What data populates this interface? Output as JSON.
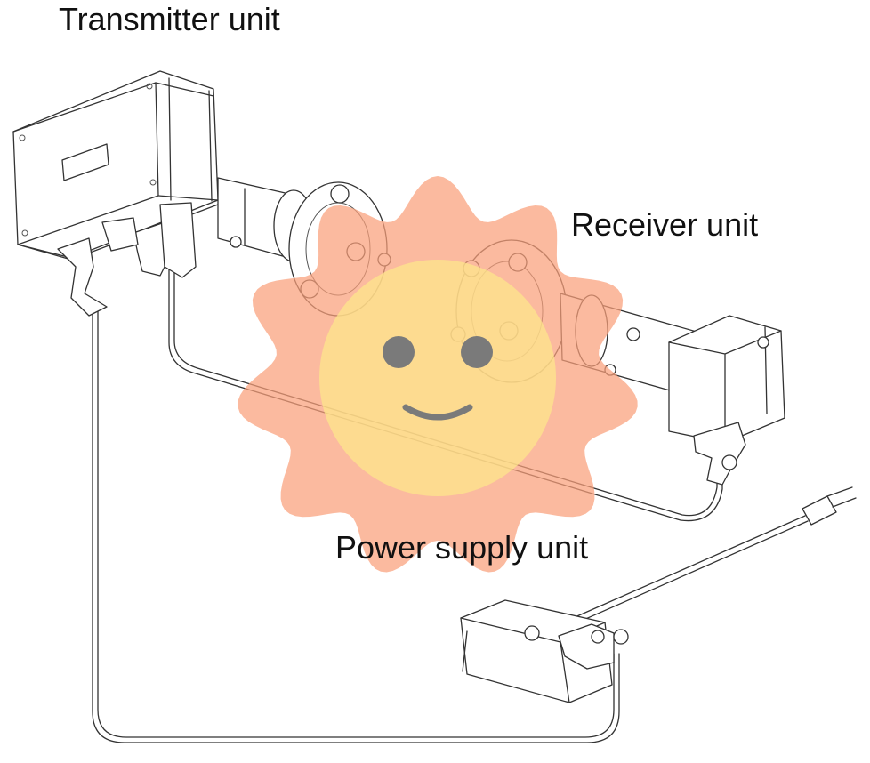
{
  "labels": {
    "transmitter": "Transmitter unit",
    "receiver": "Receiver unit",
    "power_supply": "Power supply unit"
  },
  "colors": {
    "line": "#333333",
    "sun_outer": "#f9a07a",
    "sun_inner": "#fde78a",
    "face": "#7a7a7a"
  },
  "icons": [
    "smiley-sun-icon"
  ]
}
